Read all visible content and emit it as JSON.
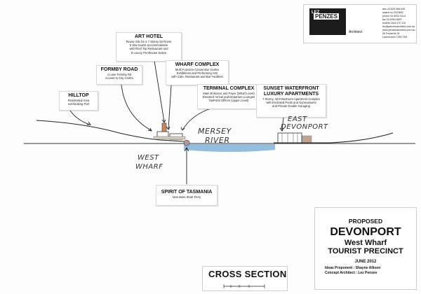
{
  "logo": {
    "lez": "LEZ",
    "name": "PENZES",
    "role": "Architect",
    "contact_lines": [
      "abn 43 625 068 649",
      "stated no 0323652",
      "phone 03 5024 3414",
      "fax 03 6354 6657",
      "mobile 0418 137 110",
      "lez@penzesarchitect.com.au",
      "www.penzesarchitect.com.au",
      "59 Frederick St",
      "Launceston 7250 TAS"
    ]
  },
  "labels": {
    "art_hotel": {
      "title": "ART HOTEL",
      "desc": "Reuse Silo for a 7 Storey 84 Room\n5 Star tourist accommodation\nwith Roof Top Restaurant and\n8 Luxury Penthouse Suites"
    },
    "wharf_complex": {
      "title": "WHARF COMPLEX",
      "desc": "Multi Function Convention Centre\nExhibitions and Performing Arts\nwith Cafe, Restaurant and Bar Facilities"
    },
    "formby_road": {
      "title": "FORMBY ROAD",
      "desc": "4 Lane Formby Rd\nAccess to City Centre"
    },
    "hilltop": {
      "title": "HILLTOP",
      "desc": "Residential Area\noverlooking Port"
    },
    "terminal_complex": {
      "title": "TERMINAL COMPLEX",
      "desc": "Main Entrance and Foyer (Wharf Level)\nElevated Arrival and Departure Lounges\nTasPorts Offices (Upper Level)"
    },
    "sunset_waterfront": {
      "title": "SUNSET WATERFRONT\nLUXURY APARTMENTS",
      "desc": "7 Storey, 42/3 Bedroom Apartment Complex\nwith Enclosed Pools and Gymnasiums\nand Private Double Garaging"
    },
    "spirit_of_tasmania": {
      "title": "SPIRIT OF TASMANIA",
      "desc": "New Bass Strait Ferry"
    }
  },
  "handwritten": {
    "mersey": "MERSEY",
    "river": "RIVER",
    "east": "EAST",
    "devonport": "DEVONPORT",
    "west": "WEST",
    "wharf": "WHARF"
  },
  "title_block": {
    "proposed": "PROPOSED",
    "devonport": "DEVONPORT",
    "west_wharf": "West Wharf",
    "tourist_precinct": "TOURIST PRECINCT",
    "date": "JUNE 2012",
    "proponent": "Ideas Proponent : Shayne Allison",
    "architect": "Concept Architect : Lez Penzes"
  },
  "cross_section": {
    "title": "CROSS SECTION"
  },
  "colors": {
    "water": "#6fa8d6",
    "ink": "#222222"
  }
}
